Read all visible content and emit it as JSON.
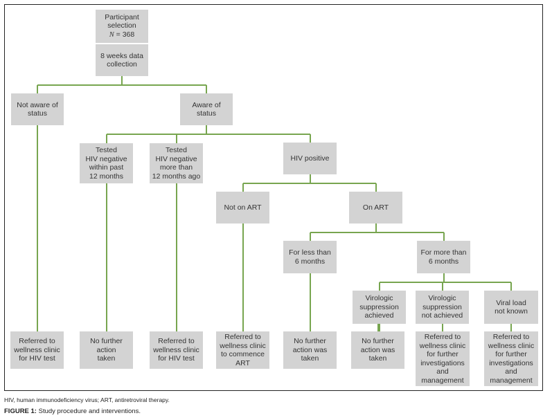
{
  "diagram": {
    "connector_color": "#77a54f",
    "node_fill": "#d3d3d3",
    "nodes": {
      "participant_selection": {
        "line1": "Participant",
        "line2": "selection",
        "n_label": "N",
        "n_value": "= 368"
      },
      "data_collection": {
        "text": "8 weeks data\ncollection"
      },
      "not_aware": {
        "text": "Not aware of\nstatus"
      },
      "aware": {
        "text": "Aware of status"
      },
      "tested_neg_recent": {
        "text": "Tested\nHIV negative\nwithin past\n12 months"
      },
      "tested_neg_old": {
        "text": "Tested\nHIV negative\nmore than\n12 months ago"
      },
      "hiv_positive": {
        "text": "HIV positive"
      },
      "not_on_art": {
        "text": "Not on ART"
      },
      "on_art": {
        "text": "On ART"
      },
      "art_less_6": {
        "text": "For less than\n6 months"
      },
      "art_more_6": {
        "text": "For more than\n6 months"
      },
      "vs_achieved": {
        "text": "Virologic\nsuppression\nachieved"
      },
      "vs_not_achieved": {
        "text": "Virologic\nsuppression\nnot achieved"
      },
      "vl_unknown": {
        "text": "Viral load\nnot known"
      },
      "out_not_aware": {
        "text": "Referred to\nwellness clinic\nfor HIV test"
      },
      "out_neg_recent": {
        "text": "No further\naction\ntaken"
      },
      "out_neg_old": {
        "text": "Referred to\nwellness clinic\nfor HIV test"
      },
      "out_not_on_art": {
        "text": "Referred to\nwellness clinic\nto commence\nART"
      },
      "out_less_6": {
        "text": "No further\naction was\ntaken"
      },
      "out_vs_achieved": {
        "text": "No further\naction was\ntaken"
      },
      "out_vs_not_achieved": {
        "text": "Referred to\nwellness clinic\nfor further\ninvestigations\nand\nmanagement"
      },
      "out_vl_unknown": {
        "text": "Referred to\nwellness clinic\nfor further\ninvestigations\nand\nmanagement"
      }
    },
    "edges": [
      [
        "data_collection",
        "not_aware"
      ],
      [
        "data_collection",
        "aware"
      ],
      [
        "aware",
        "tested_neg_recent"
      ],
      [
        "aware",
        "tested_neg_old"
      ],
      [
        "aware",
        "hiv_positive"
      ],
      [
        "hiv_positive",
        "not_on_art"
      ],
      [
        "hiv_positive",
        "on_art"
      ],
      [
        "on_art",
        "art_less_6"
      ],
      [
        "on_art",
        "art_more_6"
      ],
      [
        "art_more_6",
        "vs_achieved"
      ],
      [
        "art_more_6",
        "vs_not_achieved"
      ],
      [
        "art_more_6",
        "vl_unknown"
      ],
      [
        "not_aware",
        "out_not_aware"
      ],
      [
        "tested_neg_recent",
        "out_neg_recent"
      ],
      [
        "tested_neg_old",
        "out_neg_old"
      ],
      [
        "not_on_art",
        "out_not_on_art"
      ],
      [
        "art_less_6",
        "out_less_6"
      ],
      [
        "vs_achieved",
        "out_vs_achieved"
      ],
      [
        "vs_not_achieved",
        "out_vs_not_achieved"
      ],
      [
        "vl_unknown",
        "out_vl_unknown"
      ]
    ]
  },
  "footnote": "HIV, human immunodeficiency virus; ART, antiretroviral therapy.",
  "caption": {
    "label": "FIGURE 1:",
    "text": " Study procedure and interventions."
  }
}
